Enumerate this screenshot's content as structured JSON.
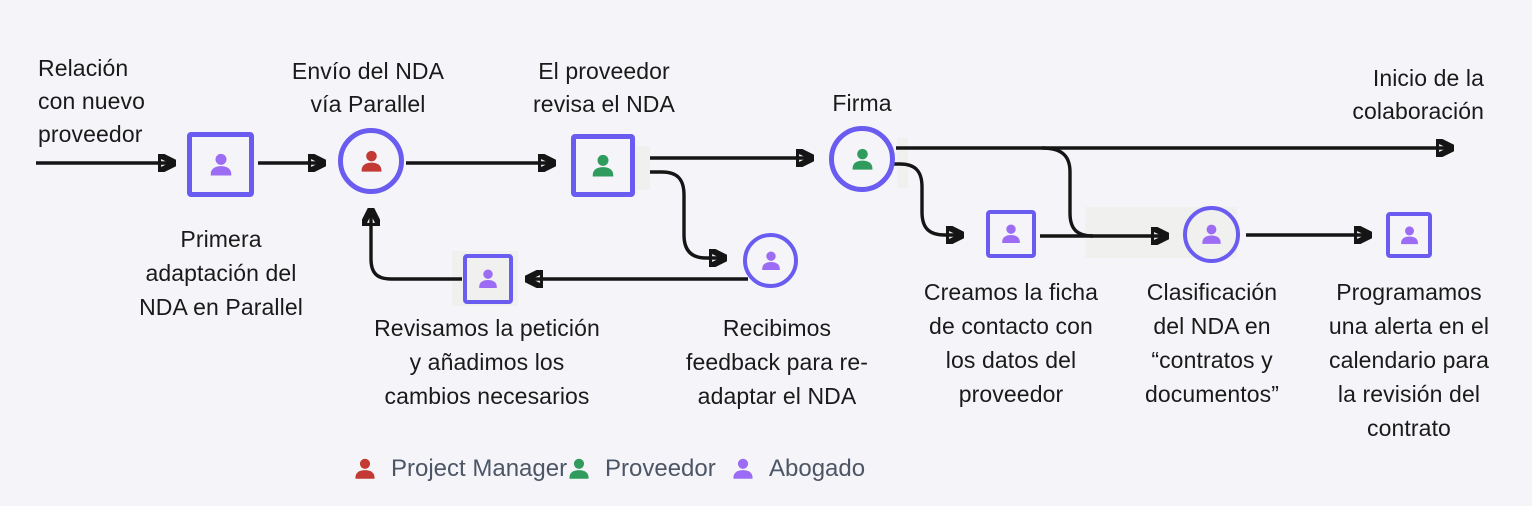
{
  "start_label": "Relación\ncon nuevo\nproveedor",
  "end_label": "Inicio de la\ncolaboración",
  "nodes": [
    {
      "id": "primera-adaptacion",
      "shape": "square",
      "actor": "Abogado",
      "caption": "Primera\nadaptación del\nNDA en Parallel"
    },
    {
      "id": "envio-nda",
      "shape": "circle",
      "actor": "Project Manager",
      "caption": "Envío del NDA\nvía Parallel"
    },
    {
      "id": "proveedor-revisa",
      "shape": "square",
      "actor": "Proveedor",
      "caption": "El proveedor\nrevisa el NDA"
    },
    {
      "id": "firma",
      "shape": "circle",
      "actor": "Proveedor",
      "caption": "Firma"
    },
    {
      "id": "recibimos-feedback",
      "shape": "circle",
      "actor": "Abogado",
      "caption": "Recibimos\nfeedback para re-\nadaptar el NDA"
    },
    {
      "id": "revisamos-peticion",
      "shape": "square",
      "actor": "Abogado",
      "caption": "Revisamos la petición\ny añadimos los\ncambios necesarios"
    },
    {
      "id": "creamos-ficha",
      "shape": "square",
      "actor": "Abogado",
      "caption": "Creamos la ficha\nde contacto con\nlos datos del\nproveedor"
    },
    {
      "id": "clasificacion",
      "shape": "circle",
      "actor": "Abogado",
      "caption": "Clasificación\ndel NDA en\n“contratos y\ndocumentos”"
    },
    {
      "id": "programamos-alerta",
      "shape": "square",
      "actor": "Abogado",
      "caption": "Programamos\nuna alerta en el\ncalendario para\nla revisión del\ncontrato"
    }
  ],
  "legend": {
    "items": [
      {
        "label": "Project Manager",
        "color": "#c23a33"
      },
      {
        "label": "Proveedor",
        "color": "#2f9c5e"
      },
      {
        "label": "Abogado",
        "color": "#9d6cf4"
      }
    ]
  },
  "colors": {
    "background": "#f5f5f9",
    "node_border": "#6a5cf0",
    "arrow": "#151515",
    "text": "#1a1a1a",
    "legend_text": "#4d5666",
    "project_manager": "#c23a33",
    "proveedor": "#2f9c5e",
    "abogado": "#9d6cf4"
  }
}
